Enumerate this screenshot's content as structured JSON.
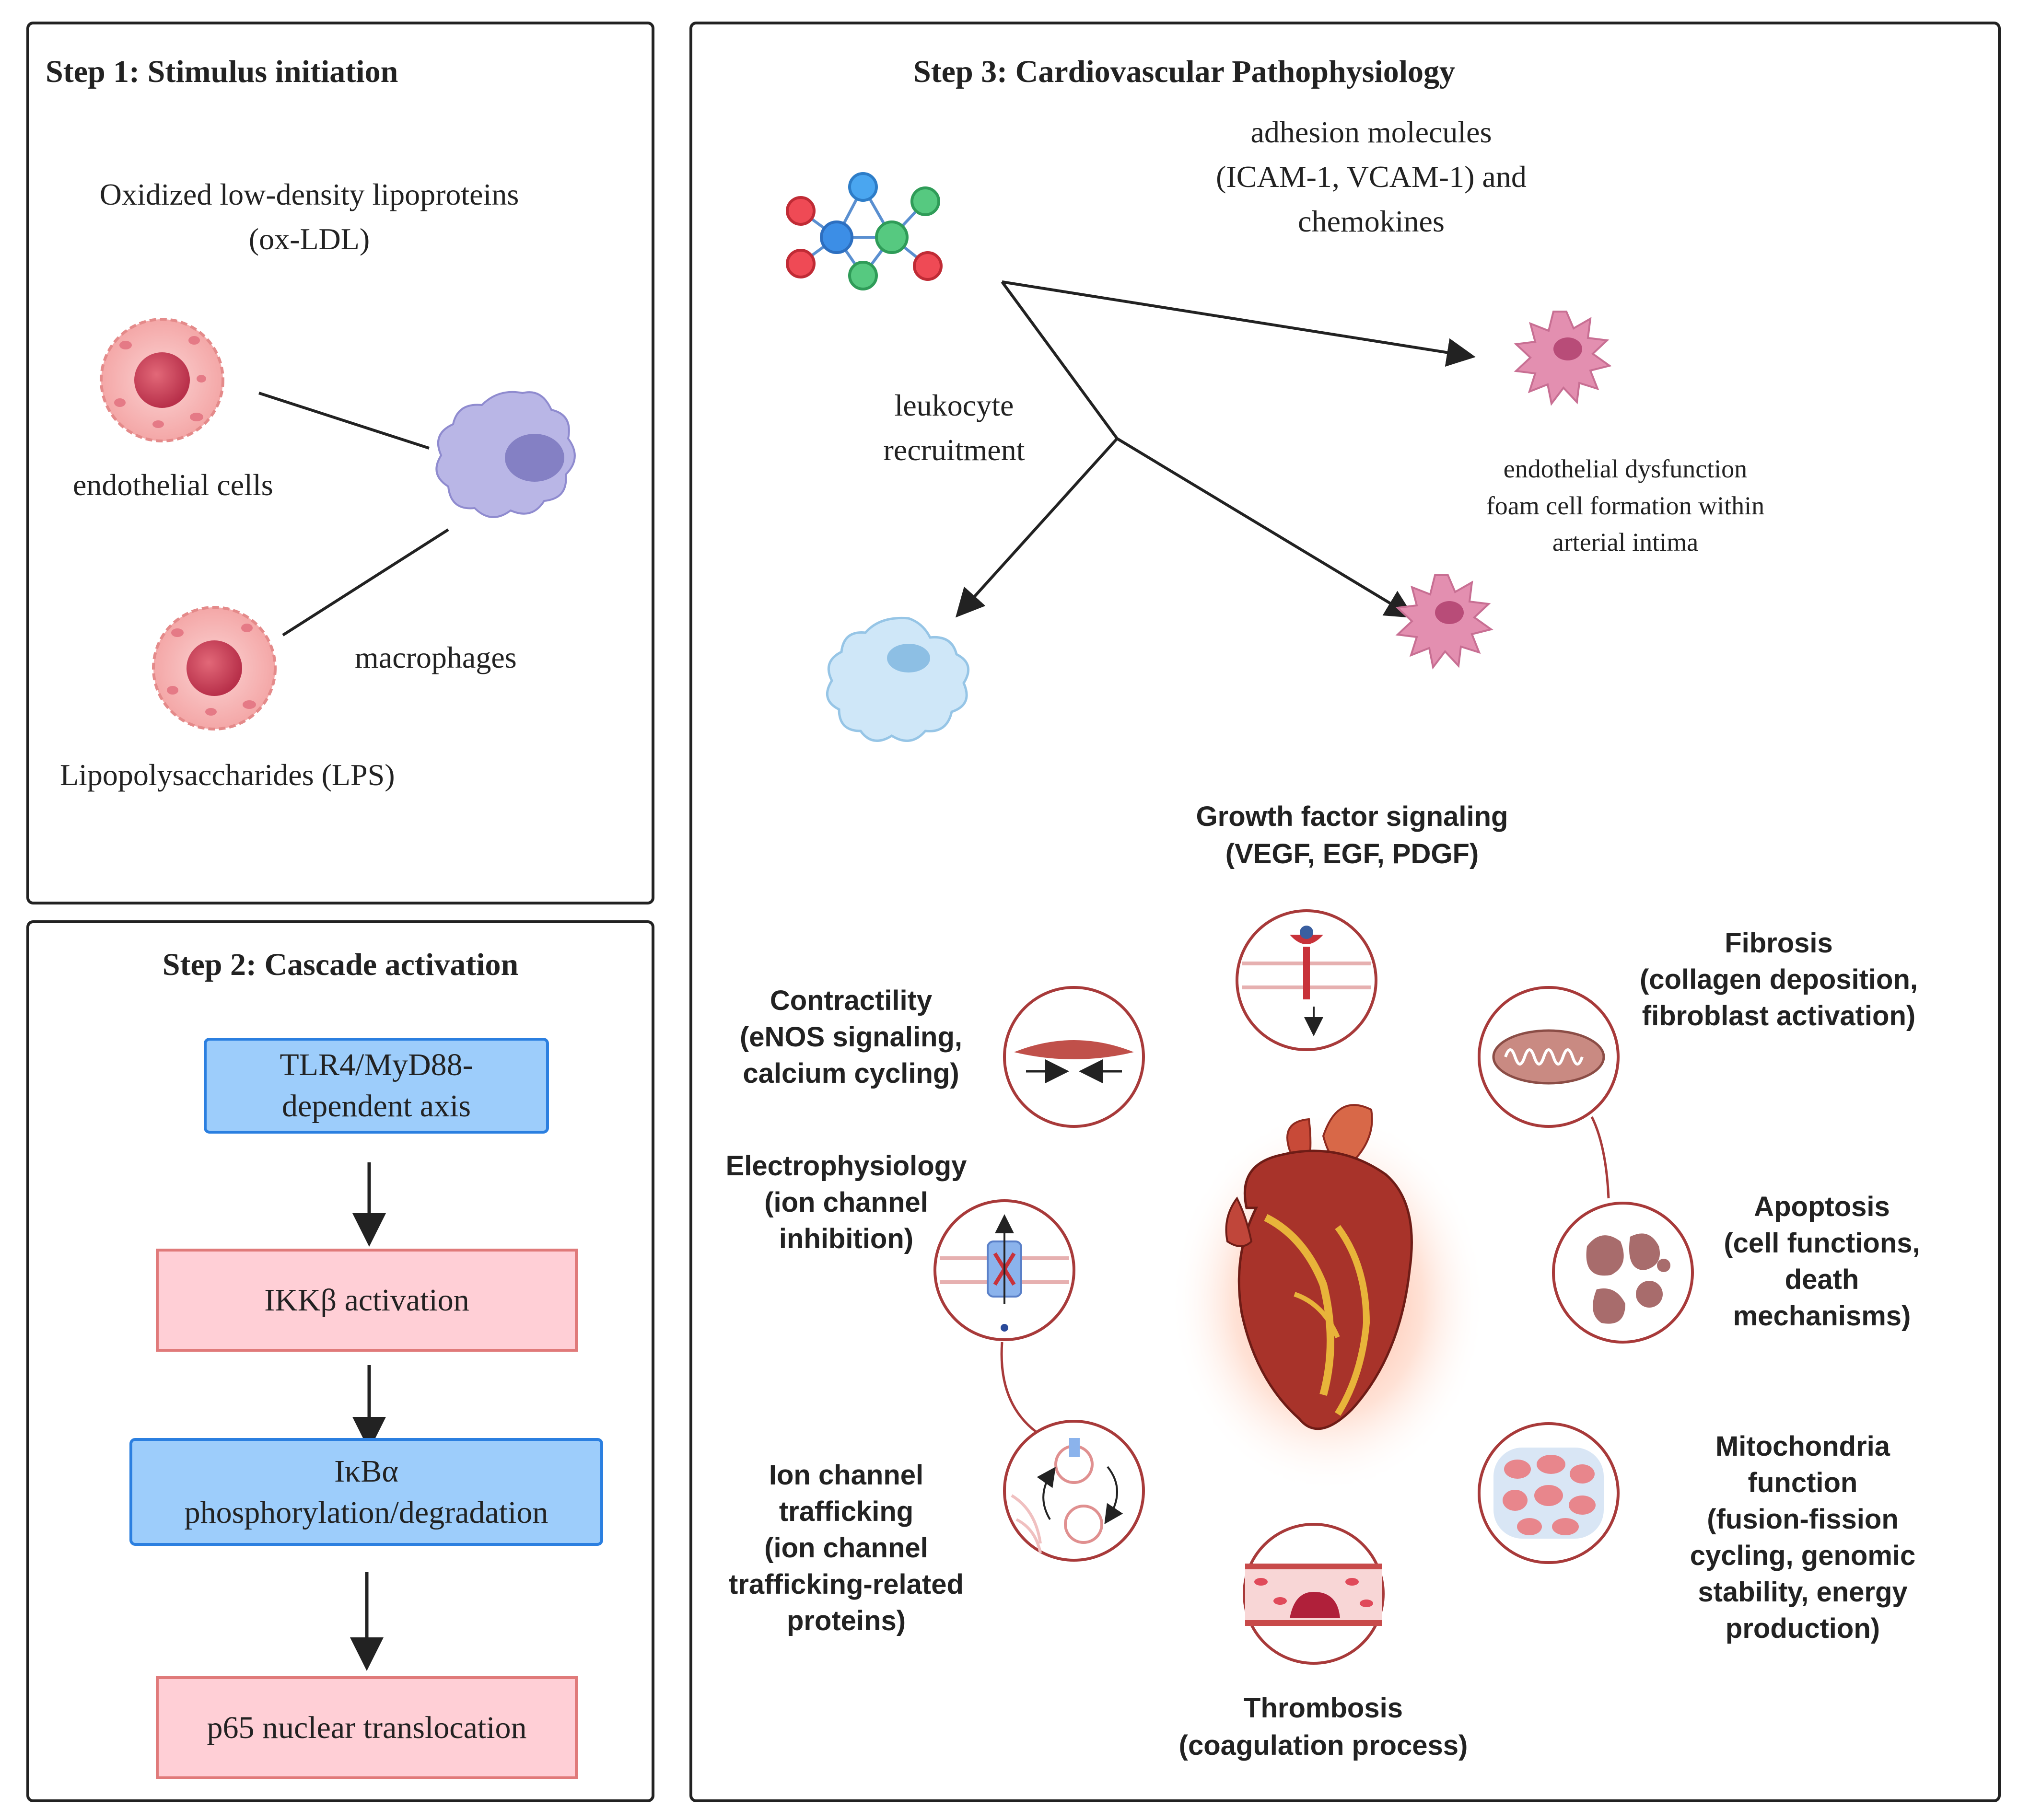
{
  "step1": {
    "title": "Step 1: Stimulus initiation",
    "oxldl": "Oxidized low-density lipoproteins\n(ox-LDL)",
    "endothelial": "endothelial cells",
    "macrophages": "macrophages",
    "lps": "Lipopolysaccharides (LPS)"
  },
  "step2": {
    "title": "Step 2: Cascade activation",
    "boxes": [
      "TLR4/MyD88-\ndependent axis",
      "IKKβ activation",
      "IκBα\nphosphorylation/degradation",
      "p65 nuclear translocation"
    ]
  },
  "step3": {
    "title": "Step 3: Cardiovascular Pathophysiology",
    "adhesion": "adhesion molecules\n(ICAM-1, VCAM-1) and\nchemokines",
    "leukocyte": "leukocyte\nrecruitment",
    "dysfunction": "endothelial dysfunction\nfoam cell formation within\narterial intima",
    "growth": "Growth factor signaling\n(VEGF, EGF, PDGF)",
    "contractility": "Contractility\n(eNOS signaling,\ncalcium cycling)",
    "fibrosis": "Fibrosis\n(collagen deposition,\nfibroblast activation)",
    "electro": "Electrophysiology\n(ion channel\ninhibition)",
    "apoptosis": "Apoptosis\n(cell functions,\ndeath\nmechanisms)",
    "iontraffic": "Ion channel\ntrafficking\n(ion channel\ntrafficking-related\nproteins)",
    "mito": "Mitochondria\nfunction\n(fusion-fission\ncycling, genomic\nstability, energy\nproduction)",
    "thrombosis": "Thrombosis\n(coagulation process)"
  },
  "colors": {
    "blue_fill": "#9dcdfb",
    "blue_border": "#2b7fe0",
    "pink_fill": "#ffcfd6",
    "pink_border": "#e07a7a",
    "circle_stroke": "#a83a3a"
  }
}
